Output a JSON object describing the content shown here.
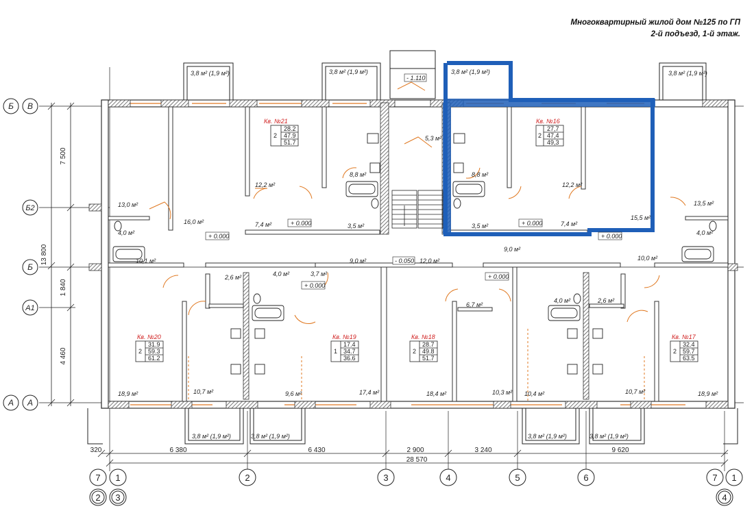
{
  "title": {
    "line1": "Многоквартирный жилой дом №125 по ГП",
    "line2": "2-й подъезд, 1-й этаж."
  },
  "row_axes": [
    {
      "a": "Б",
      "b": "В"
    },
    {
      "a": "Б2"
    },
    {
      "a": "Б"
    },
    {
      "a": "А1"
    },
    {
      "a": "А",
      "b": "А"
    }
  ],
  "left_dims": {
    "d7500": "7 500",
    "d13800": "13 800",
    "d1840": "1 840",
    "d4460": "4 460"
  },
  "col_axes_bottom": [
    "7",
    "1",
    "2",
    "3",
    "4",
    "5",
    "6",
    "7",
    "1"
  ],
  "circled_marks": [
    "2",
    "3",
    "4"
  ],
  "bottom_dims": {
    "d320": "320",
    "d6380": "6 380",
    "d6430": "6 430",
    "d2900": "2 900",
    "d3240": "3 240",
    "d9620": "9 620",
    "total": "28 570"
  },
  "balconies": {
    "b1": "3,8 м² (1,9 м²)",
    "b2": "3,8 м² (1,9 м²)",
    "b3": "3,8 м² (1,9 м²)",
    "b4": "3,8 м² (1,9 м²)",
    "b5": "3,8 м² (1,9 м²)",
    "b6": "3,8 м² (1,9 м²)",
    "b7": "3,8 м² (1,9 м²)",
    "b8": "3,8 м² (1,9 м²)"
  },
  "apartments": [
    {
      "label": "Кв. №21",
      "rooms": "2",
      "v1": "28.2",
      "v2": "47.9",
      "v3": "51.7"
    },
    {
      "label": "Кв. №16",
      "rooms": "2",
      "v1": "27,7",
      "v2": "47,4",
      "v3": "49,3"
    },
    {
      "label": "Кв. №20",
      "rooms": "2",
      "v1": "31.9",
      "v2": "59.3",
      "v3": "61.2"
    },
    {
      "label": "Кв. №19",
      "rooms": "1",
      "v1": "17.4",
      "v2": "34.7",
      "v3": "36.6"
    },
    {
      "label": "Кв. №18",
      "rooms": "2",
      "v1": "28.7",
      "v2": "49.8",
      "v3": "51.7"
    },
    {
      "label": "Кв. №17",
      "rooms": "2",
      "v1": "32.4",
      "v2": "59.7",
      "v3": "63.5"
    }
  ],
  "levels": {
    "l1": "- 1.110",
    "l2": "+ 0.000",
    "l3": "+ 0.000",
    "l4": "+ 0.000",
    "l5": "- 0.050",
    "l6": "+ 0.000",
    "l7": "+ 0.000",
    "l8": "+ 0.000"
  },
  "room_areas": {
    "r01": "13,0 м²",
    "r02": "4,0 м²",
    "r03": "16,0 м²",
    "r04": "12,2 м²",
    "r05": "8,8 м²",
    "r06": "7,4 м²",
    "r07": "3,5 м²",
    "r08": "5,3 м²",
    "r09": "8,8 м²",
    "r10": "3,5 м²",
    "r11": "12,2 м²",
    "r12": "7,4 м²",
    "r13": "15,5 м²",
    "r14": "13,5 м²",
    "r15": "4,0 м²",
    "r16": "9,0 м²",
    "r17": "10,1 м²",
    "r18": "9,0 м²",
    "r19": "12,0 м²",
    "r20": "10,0 м²",
    "r21": "2,6 м²",
    "r22": "4,0 м²",
    "r23": "3,7 м²",
    "r24": "6,7 м²",
    "r25": "4,0 м²",
    "r26": "2,6 м²",
    "r27": "18,9 м²",
    "r28": "10,7 м²",
    "r29": "9,6 м²",
    "r30": "17,4 м²",
    "r31": "18,4 м²",
    "r32": "10,3 м²",
    "r33": "10,4 м²",
    "r34": "10,7 м²",
    "r35": "18,9 м²"
  },
  "colors": {
    "wall": "#555555",
    "line": "#222222",
    "highlight": "#1f5fb8",
    "label_red": "#d02020",
    "door": "#e07820"
  }
}
